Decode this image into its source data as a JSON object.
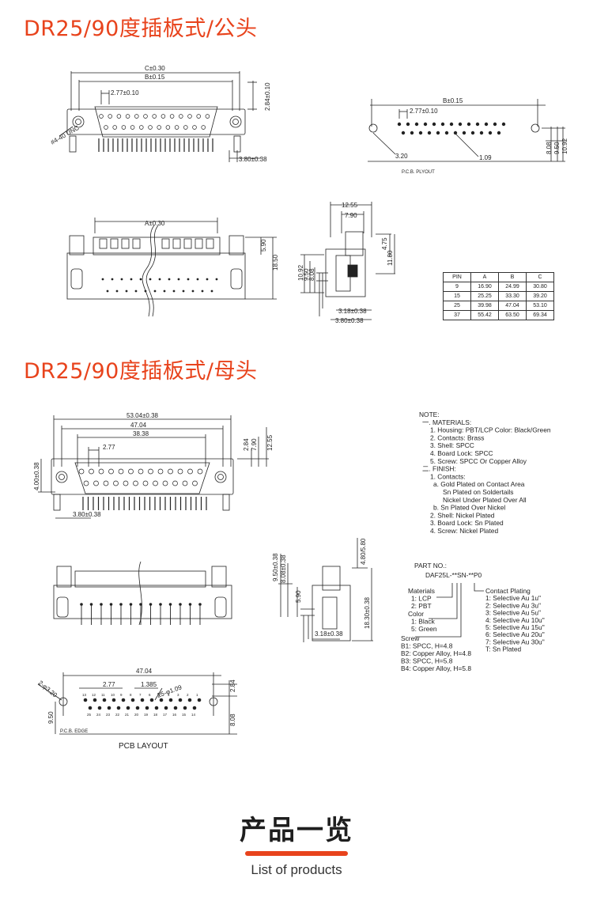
{
  "sections": {
    "male_title": "DR25/90度插板式/公头",
    "female_title": "DR25/90度插板式/母头"
  },
  "male": {
    "front": {
      "c": "C±0.30",
      "b": "B±0.15",
      "pitch": "2.77±0.10",
      "h": "2.84±0.10",
      "unc": "#4-40 UNC",
      "tail": "3.80±0.38"
    },
    "pcb": {
      "b": "B±0.15",
      "pitch": "2.77±0.10",
      "d1": "3.20",
      "d2": "1.09",
      "h1": "8.08",
      "h2": "9.50",
      "h3": "10.92",
      "caption": "P.C.B. PLYOUT"
    },
    "top": {
      "a": "A±0.30",
      "h1": "5.90",
      "h2": "18.50"
    },
    "side": {
      "w1": "12.55",
      "w2": "7.90",
      "h1": "4.75",
      "h2": "11.80",
      "v1": "10.92",
      "v2": "9.50",
      "v3": "8.08",
      "b1": "3.18±0.38",
      "b2": "3.80±0.38"
    },
    "table": {
      "headers": [
        "PIN",
        "A",
        "B",
        "C"
      ],
      "rows": [
        [
          "9",
          "16.90",
          "24.99",
          "30.80"
        ],
        [
          "15",
          "25.25",
          "33.30",
          "39.20"
        ],
        [
          "25",
          "39.98",
          "47.04",
          "53.10"
        ],
        [
          "37",
          "55.42",
          "63.50",
          "69.34"
        ]
      ]
    }
  },
  "female": {
    "front": {
      "w1": "53.04±0.38",
      "w2": "47.04",
      "w3": "38.38",
      "pitch": "2.77",
      "h1": "2.84",
      "h2": "7.90",
      "h3": "12.55",
      "left_v": "4.00±0.38",
      "tail": "3.80±0.38"
    },
    "side": {
      "v1": "9.50±0.38",
      "v2": "8.08±0.38",
      "v3": "5.90",
      "h1": "4.80/5.80",
      "h2": "18.30±0.38",
      "b": "3.18±0.38"
    },
    "pcb": {
      "w": "47.04",
      "pitch": "2.77",
      "half": "1.385",
      "hole": "25-φ1.09",
      "d": "2-φ3.20",
      "h1": "2.84",
      "h2": "8.08",
      "v": "9.50",
      "edge": "P.C.B. EDGE",
      "caption": "PCB LAYOUT",
      "top_nums": [
        "13",
        "12",
        "11",
        "10",
        "9",
        "8",
        "7",
        "6",
        "5",
        "4",
        "3",
        "2",
        "1"
      ],
      "bot_nums": [
        "25",
        "24",
        "23",
        "22",
        "21",
        "20",
        "19",
        "18",
        "17",
        "16",
        "15",
        "14"
      ]
    },
    "notes": [
      "NOTE:",
      "一. MATERIALS:",
      "1. Housing: PBT/LCP Color: Black/Green",
      "2. Contacts: Brass",
      "3. Shell: SPCC",
      "4. Board Lock: SPCC",
      "5. Screw: SPCC Or Copper Alloy",
      "二. FINISH:",
      "1. Contacts:",
      "a. Gold Plated on Contact Area",
      "Sn Plated on Soldertails",
      "Nickel Under Plated Over All",
      "b. Sn Plated Over Nickel",
      "2. Shell: Nickel Plated",
      "3. Board Lock: Sn Plated",
      "4. Screw: Nickel Plated"
    ],
    "part": {
      "label": "PART NO.:",
      "code": "DAF25L-**SN-**P0",
      "materials": [
        "Materials",
        "1: LCP",
        "2: PBT"
      ],
      "color": [
        "Color",
        "1: Black",
        "5: Green"
      ],
      "screw": [
        "Screw",
        "B1: SPCC, H=4.8",
        "B2: Copper Alloy, H=4.8",
        "B3: SPCC, H=5.8",
        "B4: Copper Alloy, H=5.8"
      ],
      "plating": [
        "Contact Plating",
        "1: Selective Au 1u\"",
        "2: Selective Au 3u\"",
        "3: Selective Au 5u\"",
        "4: Selective Au 10u\"",
        "5: Selective Au 15u\"",
        "6: Selective Au 20u\"",
        "7: Selective Au 30u\"",
        "T: Sn Plated"
      ]
    }
  },
  "footer": {
    "title": "产品一览",
    "subtitle": "List of products"
  },
  "colors": {
    "accent": "#e8431c",
    "line": "#222222"
  }
}
